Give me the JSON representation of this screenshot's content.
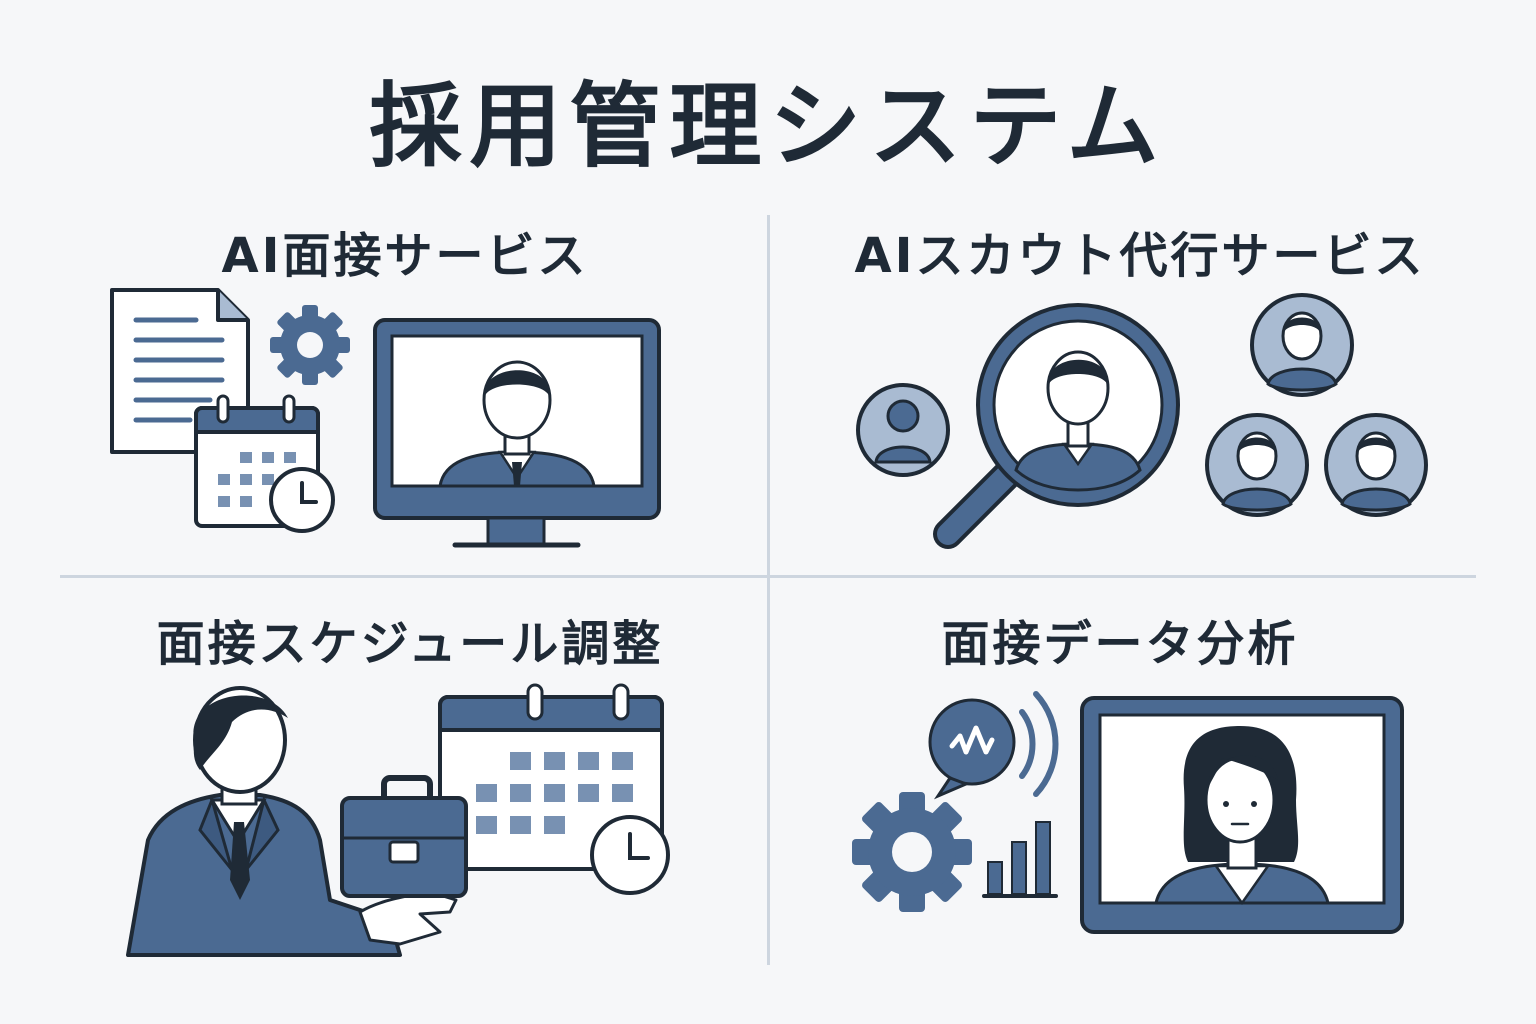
{
  "title": "採用管理システム",
  "panels": [
    {
      "id": "ai-interview",
      "label": "AI面接サービス",
      "icons": [
        "document-icon",
        "gear-icon",
        "calendar-icon",
        "clock-icon",
        "monitor-icon",
        "person-icon"
      ]
    },
    {
      "id": "ai-scout",
      "label": "AIスカウト代行サービス",
      "icons": [
        "magnifier-icon",
        "person-icon",
        "avatar-icon"
      ]
    },
    {
      "id": "schedule",
      "label": "面接スケジュール調整",
      "icons": [
        "businessman-icon",
        "briefcase-icon",
        "calendar-icon",
        "clock-icon"
      ]
    },
    {
      "id": "analytics",
      "label": "面接データ分析",
      "icons": [
        "speech-bubble-icon",
        "sound-wave-icon",
        "gear-icon",
        "bar-chart-icon",
        "monitor-icon",
        "woman-icon"
      ]
    }
  ],
  "colors": {
    "dark": "#1f2a36",
    "primary": "#4b6a92",
    "light": "#a9bbd2",
    "background": "#f6f7f9",
    "divider": "#cdd5df"
  }
}
